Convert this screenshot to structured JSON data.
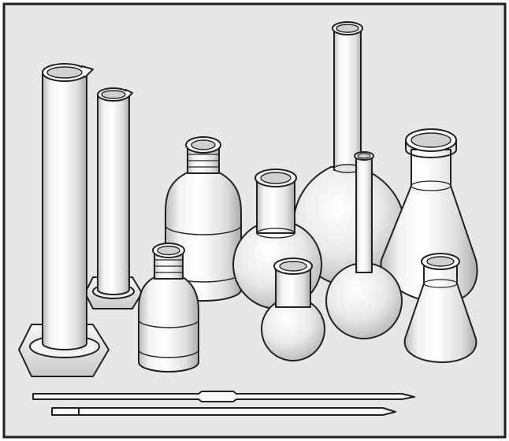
{
  "illustration": {
    "subject": "laboratory-glassware",
    "items": [
      {
        "kind": "graduated-cylinder",
        "size": "large"
      },
      {
        "kind": "graduated-cylinder",
        "size": "small"
      },
      {
        "kind": "wide-neck-bottle",
        "size": "large"
      },
      {
        "kind": "wide-neck-bottle",
        "size": "small"
      },
      {
        "kind": "round-bottom-flask",
        "size": "large"
      },
      {
        "kind": "round-bottom-flask",
        "size": "small"
      },
      {
        "kind": "volumetric-flask",
        "size": "large"
      },
      {
        "kind": "volumetric-flask",
        "size": "small"
      },
      {
        "kind": "erlenmeyer-flask",
        "size": "large"
      },
      {
        "kind": "erlenmeyer-flask",
        "size": "small"
      },
      {
        "kind": "pipette",
        "size": "bulb"
      },
      {
        "kind": "pipette",
        "size": "graduated"
      }
    ]
  },
  "colors": {
    "background": "#e6e7e8",
    "frame": "#231f20",
    "glass_light": "#ffffff",
    "glass_mid": "#d9dadb",
    "glass_dark": "#a9abad",
    "stroke": "#231f20"
  }
}
